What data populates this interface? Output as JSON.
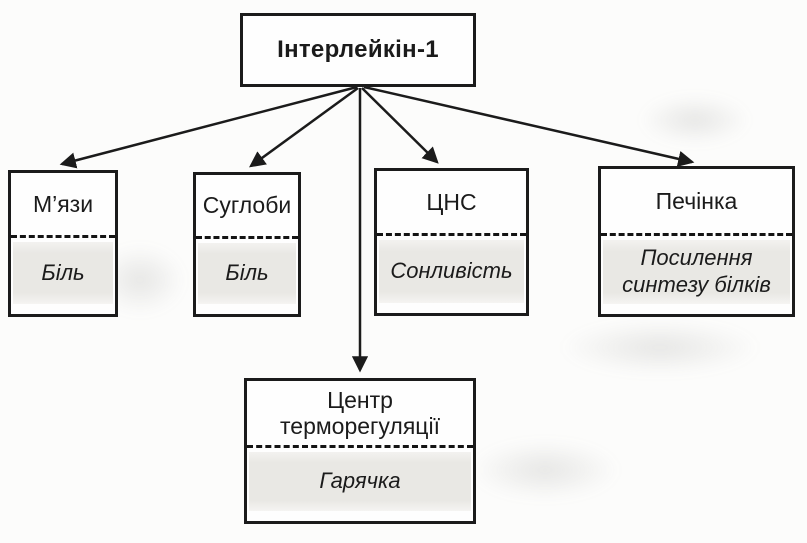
{
  "diagram": {
    "title": "Інтерлейкін-1 effects diagram",
    "root": {
      "label": "Інтерлейкін-1"
    },
    "targets": [
      {
        "id": "muscles",
        "organ": "М’язи",
        "effect": "Біль"
      },
      {
        "id": "joints",
        "organ": "Суглоби",
        "effect": "Біль"
      },
      {
        "id": "cns",
        "organ": "ЦНС",
        "effect": "Сонливість"
      },
      {
        "id": "liver",
        "organ": "Печінка",
        "effect": "Посилення синтезу білків"
      },
      {
        "id": "thermo",
        "organ": "Центр терморегуляції",
        "effect": "Гарячка"
      }
    ],
    "colors": {
      "line": "#1b1b1b",
      "box_border": "#1b1b1b",
      "box_background": "#fefefe",
      "effect_shading": "#e9e8e4",
      "page_background": "#fcfcfb"
    }
  }
}
